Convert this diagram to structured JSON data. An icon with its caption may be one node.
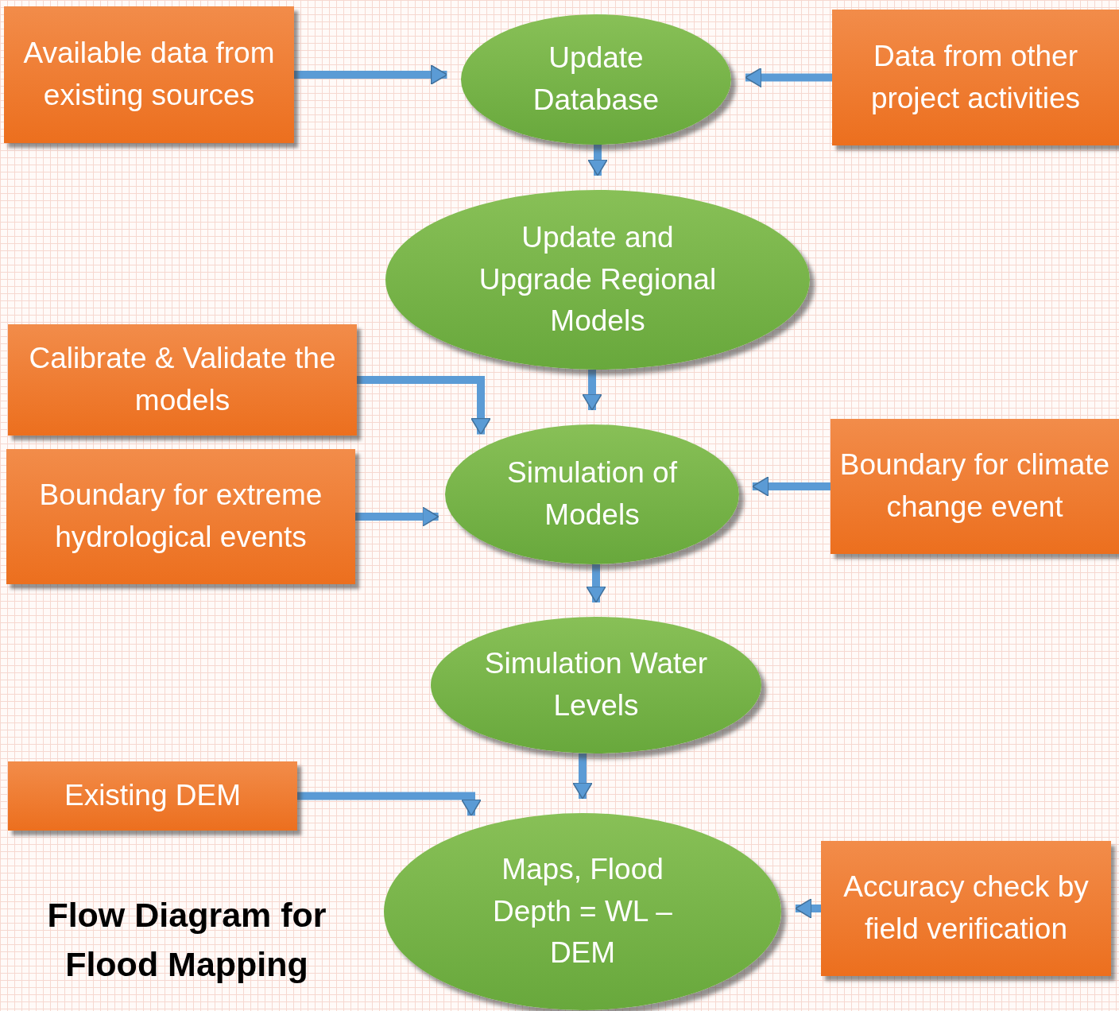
{
  "diagram": {
    "title": "Flow Diagram for Flood Mapping",
    "nodes": [
      {
        "text": [
          "Available data from existing sources"
        ]
      },
      {
        "text": [
          "Update Database"
        ]
      },
      {
        "text": [
          "Data from other project activities"
        ]
      },
      {
        "text": [
          "Update and Upgrade Regional Models"
        ]
      },
      {
        "text": [
          "Calibrate & Validate the models"
        ]
      },
      {
        "text": [
          "Boundary for extreme hydrological events"
        ]
      },
      {
        "text": [
          "Simulation of Models"
        ]
      },
      {
        "text": [
          "Boundary for climate change event"
        ]
      },
      {
        "text": [
          "Simulation Water Levels"
        ]
      },
      {
        "text": [
          "Existing DEM"
        ]
      },
      {
        "text": [
          "Maps, Flood Depth = WL – DEM"
        ]
      },
      {
        "text": [
          "Accuracy check by field verification"
        ]
      }
    ],
    "edges": [
      {
        "from": 0,
        "to": 1,
        "arrow": "to"
      },
      {
        "from": 2,
        "to": 1,
        "arrow": "to"
      },
      {
        "from": 1,
        "to": 3,
        "arrow": "to"
      },
      {
        "from": 3,
        "to": 6,
        "arrow": "to"
      },
      {
        "from": 4,
        "to": 6,
        "arrow": "to"
      },
      {
        "from": 5,
        "to": 6,
        "arrow": "to"
      },
      {
        "from": 7,
        "to": 6,
        "arrow": "to"
      },
      {
        "from": 6,
        "to": 8,
        "arrow": "to"
      },
      {
        "from": 8,
        "to": 10,
        "arrow": "to"
      },
      {
        "from": 9,
        "to": 10,
        "arrow": "to"
      },
      {
        "from": 11,
        "to": 10,
        "arrow": "to"
      }
    ]
  }
}
